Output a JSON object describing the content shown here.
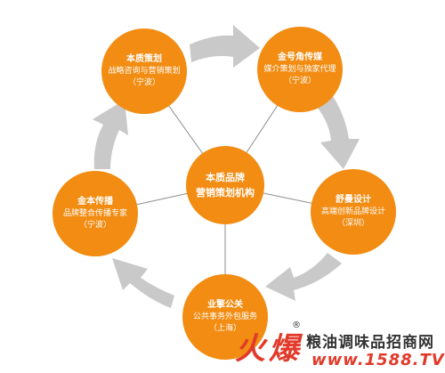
{
  "colors": {
    "node_fill": "#f28c12",
    "node_text": "#ffffff",
    "arrow_fill": "#c9c9c9",
    "spoke": "#8c8c8c",
    "watermark_red": "#e23a2a",
    "watermark_dark": "#333333"
  },
  "center": {
    "line1": "本质品牌",
    "line2": "营销策划机构"
  },
  "nodes": [
    {
      "title": "本质策划",
      "line1": "战略咨询与营销策划",
      "line2": "（宁波）"
    },
    {
      "title": "金号角传媒",
      "line1": "媒介策划与独家代理",
      "line2": "（宁波）"
    },
    {
      "title": "舒曼设计",
      "line1": "高端创新品牌设计",
      "line2": "（深圳）"
    },
    {
      "title": "业擎公关",
      "line1": "公共事务外包服务",
      "line2": "（上海）"
    },
    {
      "title": "金本传播",
      "line1": "品牌整合传播专家",
      "line2": "（宁波）"
    }
  ],
  "watermark": {
    "logo_char1": "火",
    "logo_char2": "爆",
    "registered": "®",
    "site_name": "粮油调味品招商网",
    "url": "www.1588.TV"
  }
}
